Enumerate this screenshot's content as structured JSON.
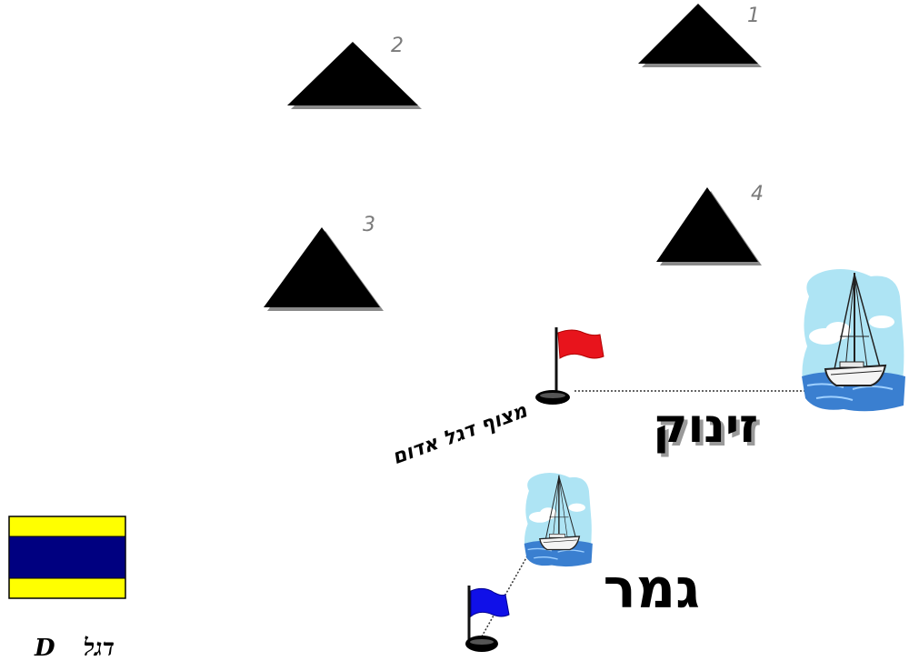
{
  "buoys": [
    {
      "number": "1"
    },
    {
      "number": "2"
    },
    {
      "number": "3"
    },
    {
      "number": "4"
    }
  ],
  "labels": {
    "start_label": "זינוק",
    "finish_label": "גמר",
    "mark_label": "מצוף דגל אדום",
    "flag_caption_word": "דגל",
    "flag_caption_letter": "D"
  },
  "colors": {
    "buoy": "#000000",
    "buoy_shadow": "#8a8a8a",
    "red_flag": "#e8141c",
    "blue_flag": "#1010e8",
    "signal_yellow": "#ffff00",
    "signal_blue": "#000080",
    "sky": "#aee4f4",
    "sea": "#3a7fd0"
  },
  "icons": {
    "start_boat": "sailboat-icon",
    "finish_boat": "sailboat-icon",
    "red_mark": "red-flag-buoy-icon",
    "blue_mark": "blue-flag-buoy-icon",
    "signal_flag": "signal-flag-d-icon"
  }
}
